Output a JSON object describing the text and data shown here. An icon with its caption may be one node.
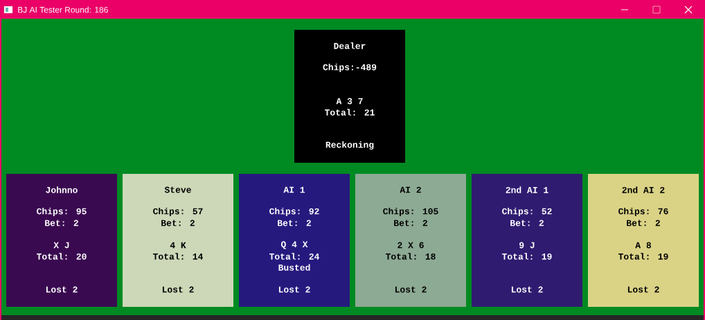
{
  "diagram": {
    "title": "BJ AI Tester Round: 186",
    "nodes": [
      {
        "text": [
          "Dealer",
          "Chips:-489",
          "A 3 7",
          "Total: 21",
          "Reckoning"
        ]
      },
      {
        "text": [
          "Johnno",
          "Chips: 95",
          "Bet: 2",
          "X J",
          "Total: 20",
          "Lost 2"
        ]
      },
      {
        "text": [
          "Steve",
          "Chips: 57",
          "Bet: 2",
          "4 K",
          "Total: 14",
          "Lost 2"
        ]
      },
      {
        "text": [
          "AI 1",
          "Chips: 92",
          "Bet: 2",
          "Q 4 X",
          "Total: 24",
          "Busted",
          "Lost 2"
        ]
      },
      {
        "text": [
          "AI 2",
          "Chips: 105",
          "Bet: 2",
          "2 X 6",
          "Total: 18",
          "Lost 2"
        ]
      },
      {
        "text": [
          "2nd AI 1",
          "Chips: 52",
          "Bet: 2",
          "9 J",
          "Total: 19",
          "Lost 2"
        ]
      },
      {
        "text": [
          "2nd AI 2",
          "Chips: 76",
          "Bet: 2",
          "A 8",
          "Total: 19",
          "Lost 2"
        ]
      }
    ],
    "edges": []
  }
}
